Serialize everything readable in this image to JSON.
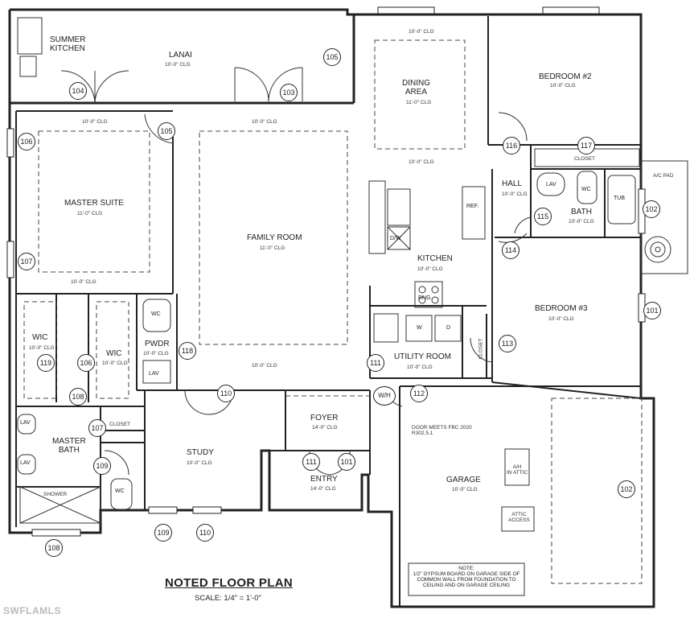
{
  "plan": {
    "title": "NOTED FLOOR PLAN",
    "scale": "SCALE: 1/4\" = 1'-0\"",
    "watermark": "SWFLAMLS",
    "note": "NOTE:\n1/2\" GYPSUM BOARD ON GARAGE SIDE OF COMMON WALL FROM FOUNDATION TO CEILING AND ON GARAGE CEILING",
    "door_note": "DOOR MEETS FBC 2020\nR302.5.1"
  },
  "rooms": {
    "summer_kitchen": "SUMMER\nKITCHEN",
    "lanai": "LANAI",
    "lanai_clg": "10'-0\" CLG",
    "dining": "DINING\nAREA",
    "dining_clg": "11'-0\" CLG",
    "dining_top_clg": "10'-0\" CLG",
    "bedroom2": "BEDROOM #2",
    "bedroom2_clg": "10'-0\" CLG",
    "master_top_clg": "10'-0\" CLG",
    "family_top_clg": "10'-0\" CLG",
    "master_suite": "MASTER SUITE",
    "master_suite_clg": "11'-0\" CLG",
    "master_bottom_clg": "10'-0\" CLG",
    "family_room": "FAMILY ROOM",
    "family_room_clg": "11'-0\" CLG",
    "family_bottom_clg": "10'-0\" CLG",
    "kitchen_top_clg": "10'-0\" CLG",
    "closet_b2": "CLOSET",
    "hall": "HALL",
    "hall_clg": "10'-0\" CLG",
    "bath": "BATH",
    "bath_clg": "10'-0\" CLG",
    "kitchen": "KITCHEN",
    "kitchen_clg": "10'-0\" CLG",
    "ac_pad": "A/C PAD",
    "bedroom3": "BEDROOM #3",
    "bedroom3_clg": "10'-0\" CLG",
    "wic_left": "WIC",
    "wic_left_clg": "10'-0\" CLG",
    "wic_right": "WIC",
    "wic_right_clg": "10'-0\" CLG",
    "pwdr": "PWDR",
    "pwdr_clg": "10'-0\" CLG",
    "utility": "UTILITY ROOM",
    "utility_clg": "10'-0\" CLG",
    "closet_util": "CLOSET",
    "closet_mb": "CLOSET",
    "foyer": "FOYER",
    "foyer_clg": "14'-0\" CLG",
    "master_bath": "MASTER\nBATH",
    "study": "STUDY",
    "study_clg": "10'-0\" CLG",
    "entry": "ENTRY",
    "entry_clg": "14'-0\" CLG",
    "garage": "GARAGE",
    "garage_clg": "10'-0\" CLG",
    "shower": "SHOWER",
    "ah": "A/H\nIN ATTIC",
    "attic": "ATTIC\nACCESS"
  },
  "fixtures": {
    "wc": "WC",
    "lav": "LAV",
    "tub": "TUB",
    "ref": "REF.",
    "dw": "D/W",
    "w": "W",
    "d": "D",
    "wh": "W/H",
    "rng": "RNG"
  },
  "tags": {
    "t104": "104",
    "t103": "103",
    "t105a": "105",
    "t105b": "105",
    "t106a": "106",
    "t107a": "107",
    "t116": "116",
    "t117": "117",
    "t115": "115",
    "t102a": "102",
    "t114": "114",
    "t101a": "101",
    "t113": "113",
    "t119": "119",
    "t106b": "106",
    "t118": "118",
    "t111a": "111",
    "t108a": "108",
    "t110a": "110",
    "t112": "112",
    "t107b": "107",
    "t109a": "109",
    "t111b": "111",
    "t101b": "101",
    "t102b": "102",
    "t109b": "109",
    "t110b": "110",
    "t108b": "108"
  }
}
